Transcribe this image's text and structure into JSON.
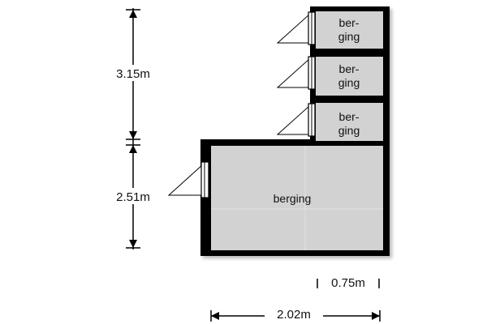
{
  "rooms": [
    {
      "id": "berging-1",
      "label_line1": "ber-",
      "label_line2": "ging"
    },
    {
      "id": "berging-2",
      "label_line1": "ber-",
      "label_line2": "ging"
    },
    {
      "id": "berging-3",
      "label_line1": "ber-",
      "label_line2": "ging"
    },
    {
      "id": "berging-large",
      "label": "berging"
    }
  ],
  "dimensions": {
    "upper_height": "3.15m",
    "lower_height": "2.51m",
    "small_width": "0.75m",
    "total_width": "2.02m"
  }
}
